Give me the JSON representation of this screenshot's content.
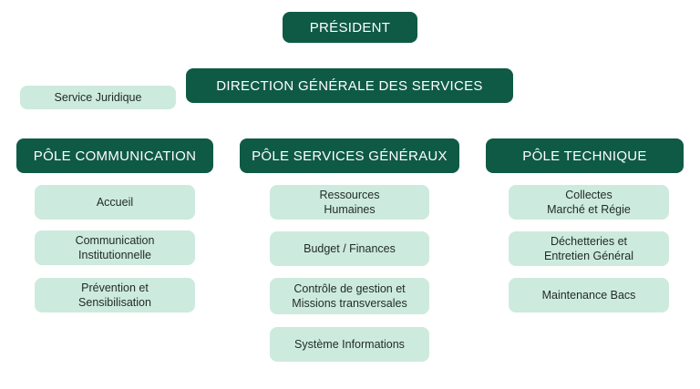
{
  "president": "PRÉSIDENT",
  "direction": "DIRECTION GÉNÉRALE DES SERVICES",
  "service_juridique": "Service Juridique",
  "poles": [
    {
      "title": "PÔLE COMMUNICATION",
      "items": [
        "Accueil",
        "Communication\nInstitutionnelle",
        "Prévention et\nSensibilisation"
      ]
    },
    {
      "title": "PÔLE SERVICES GÉNÉRAUX",
      "items": [
        "Ressources\nHumaines",
        "Budget / Finances",
        "Contrôle de gestion et\nMissions transversales",
        "Système Informations"
      ]
    },
    {
      "title": "PÔLE TECHNIQUE",
      "items": [
        "Collectes\nMarché et Régie",
        "Déchetteries et\nEntretien Général",
        "Maintenance Bacs"
      ]
    }
  ],
  "colors": {
    "dark": "#0f5a45",
    "light": "#cdeade"
  }
}
